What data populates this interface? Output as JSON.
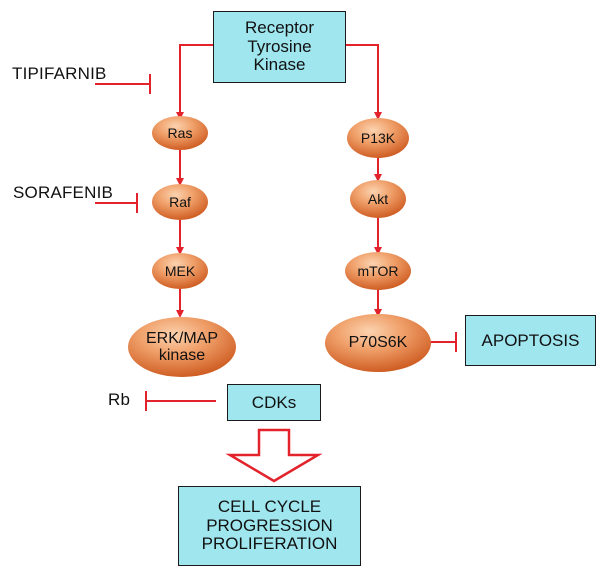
{
  "receptor": {
    "label": "Receptor\nTyrosine\nKinase"
  },
  "inhibitors": {
    "tipifarnib": "TIPIFARNIB",
    "sorafenib": "SORAFENIB",
    "rb": "Rb"
  },
  "left_pathway": {
    "ras": "Ras",
    "raf": "Raf",
    "mek": "MEK",
    "erk": "ERK/MAP\nkinase"
  },
  "right_pathway": {
    "pi3k": "P13K",
    "akt": "Akt",
    "mtor": "mTOR",
    "p70s6k": "P70S6K"
  },
  "apoptosis": {
    "label": "APOPTOSIS"
  },
  "cdks": {
    "label": "CDKs"
  },
  "outcome": {
    "label": "CELL CYCLE\nPROGRESSION\nPROLIFERATION"
  },
  "colors": {
    "box_fill": "#9fe6ef",
    "arrow_red": "#e3232c",
    "node_light": "#f9c79f",
    "node_dark": "#d9692c"
  }
}
